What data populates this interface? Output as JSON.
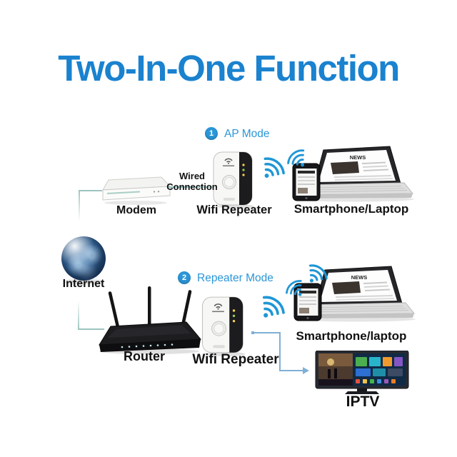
{
  "title": "Two-In-One Function",
  "colors": {
    "title_blue": "#1a82cf",
    "accent_blue": "#2a96d8",
    "wifi_blue": "#1f96d6",
    "line_teal": "#9cc5c0",
    "line_blue": "#7fb0d6",
    "label_black": "#111111"
  },
  "ap_mode": {
    "badge": "1",
    "label": "AP Mode",
    "modem": "Modem",
    "wired_line1": "Wired",
    "wired_line2": "Connection",
    "repeater": "Wifi Repeater",
    "client": "Smartphone/Laptop",
    "laptop_screen": "NEWS"
  },
  "internet": "Internet",
  "repeater_mode": {
    "badge": "2",
    "label": "Repeater Mode",
    "router": "Router",
    "repeater": "Wifi Repeater",
    "client": "Smartphone/laptop",
    "iptv": "IPTV",
    "laptop_screen": "NEWS"
  }
}
